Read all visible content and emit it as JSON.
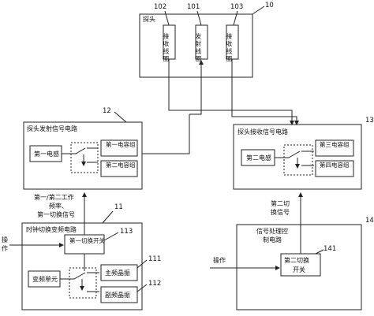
{
  "probe": {
    "title": "探头",
    "ref": "10",
    "coils": [
      {
        "ref": "102",
        "label": "接收线圈"
      },
      {
        "ref": "101",
        "label": "发射线圈"
      },
      {
        "ref": "103",
        "label": "接收线圈"
      }
    ]
  },
  "tx_circuit": {
    "ref": "12",
    "title": "探头发射信号电路",
    "inductor": "第一电感",
    "cap1": "第一电容组",
    "cap2": "第二电容组"
  },
  "rx_circuit": {
    "ref": "13",
    "title": "探头接收信号电路",
    "inductor": "第二电感",
    "cap3": "第三电容组",
    "cap4": "第四电容组"
  },
  "clock_circuit": {
    "ref": "11",
    "title": "时钟切换变频电路",
    "switch1": "第一切换开关",
    "switch1_ref": "113",
    "freq_unit": "变频单元",
    "main_xtal": "主频晶振",
    "main_xtal_ref": "111",
    "sub_xtal": "副频晶振",
    "sub_xtal_ref": "112"
  },
  "proc_circuit": {
    "ref": "14",
    "title": "信号处理控制电路",
    "switch2": "第二切换开关",
    "switch2_ref": "141"
  },
  "signals": {
    "work_freq": "第一/第二工作频率、第一切换信号",
    "switch2_sig": "第二切换信号",
    "op_left": "操作",
    "op_right": "操作"
  }
}
